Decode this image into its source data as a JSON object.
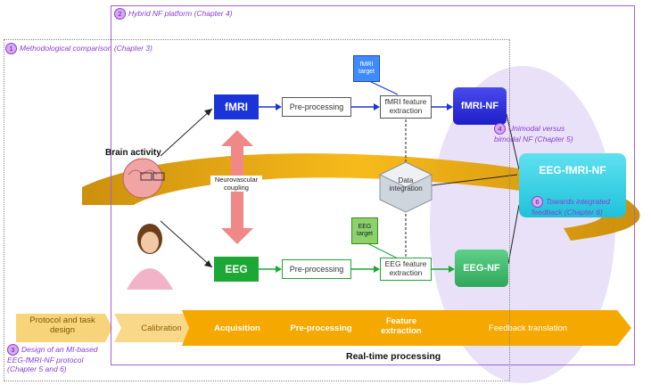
{
  "frames": {
    "hybrid": {
      "num": "2",
      "label": "Hybrid NF platform (Chapter 4)"
    },
    "method": {
      "num": "1",
      "label": "Methodological comparison (Chapter 3)"
    }
  },
  "brain_activity": "Brain activity",
  "modalities": {
    "fmri": "fMRI",
    "eeg": "EEG"
  },
  "preprocessing": {
    "top": "Pre-processing",
    "bottom": "Pre-processing"
  },
  "features": {
    "fmri": "fMRI feature extraction",
    "eeg": "EEG feature extraction"
  },
  "targets": {
    "fmri": "fMRI target",
    "eeg": "EEG target"
  },
  "coupling": "Neurovascular coupling",
  "integration": "Data integration",
  "nf": {
    "fmri": "fMRI-NF",
    "eeg": "EEG-NF",
    "both": "EEG-fMRI-NF"
  },
  "notes": {
    "unimodal": {
      "num": "4",
      "text": "Unimodal versus bimodal NF (Chapter 5)"
    },
    "integrated": {
      "num": "6",
      "text": "Towards integrated feedback (Chapter 6)"
    },
    "design": {
      "num": "3",
      "text": "Design of an MI-based EEG-fMRI-NF protocol (Chapter 5 and 6)"
    }
  },
  "pipeline": {
    "protocol": "Protocol and task design",
    "calibration": "Calibration",
    "steps": [
      "Acquisition",
      "Pre-processing",
      "Feature extraction",
      "Feedback translation"
    ]
  },
  "realtime": "Real-time processing",
  "colors": {
    "purple": "#a65fd8",
    "fmri": "#1a34d9",
    "eeg": "#1ba834",
    "bimodal": "#1fc2da",
    "orange": "#f5a800"
  }
}
